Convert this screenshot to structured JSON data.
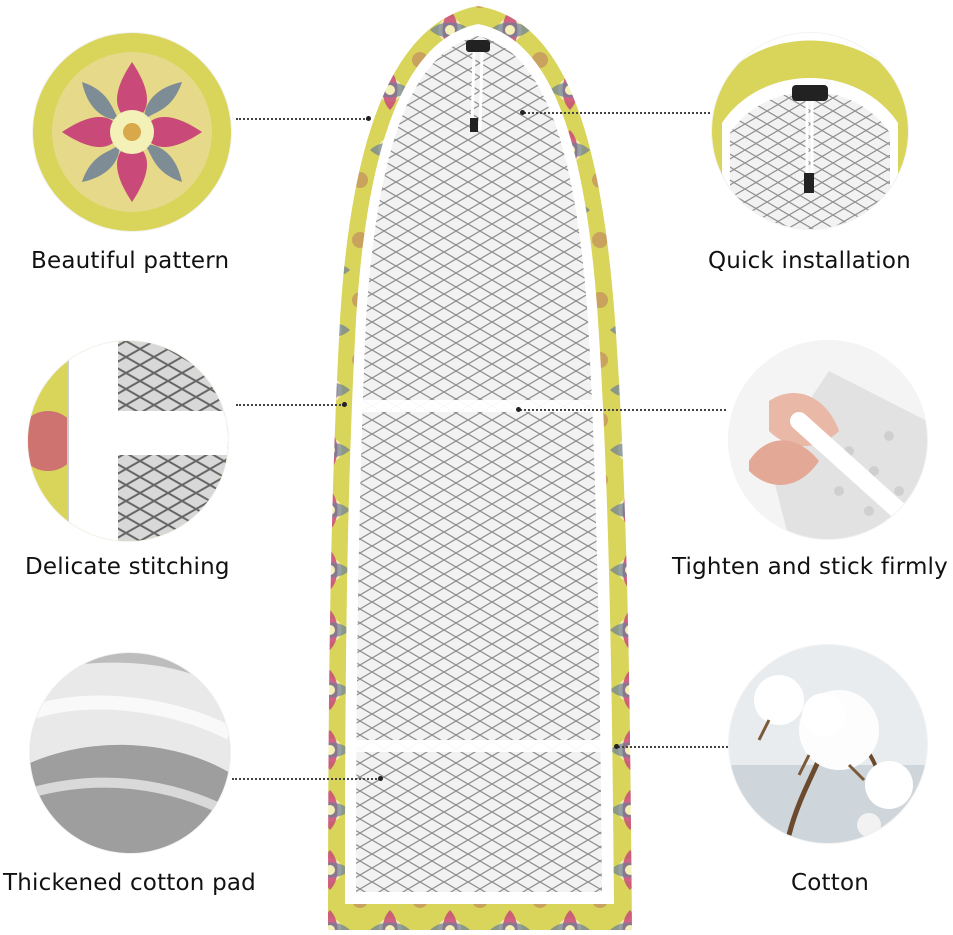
{
  "features": [
    {
      "key": "pattern",
      "label": "Beautiful pattern"
    },
    {
      "key": "installation",
      "label": "Quick installation"
    },
    {
      "key": "stitching",
      "label": "Delicate stitching"
    },
    {
      "key": "tighten",
      "label": "Tighten and stick firmly"
    },
    {
      "key": "pad",
      "label": "Thickened cotton pad"
    },
    {
      "key": "cotton",
      "label": "Cotton"
    }
  ],
  "colors": {
    "pattern_yellow": "#d9d45a",
    "pattern_cream": "#f4f1b8",
    "pattern_pink": "#c94a78",
    "pattern_slate": "#6b7e98",
    "pattern_tan": "#c9a25e",
    "mesh": "#8f8f8f",
    "board_bg": "#f2f2f2",
    "caption_text": "#111111"
  }
}
